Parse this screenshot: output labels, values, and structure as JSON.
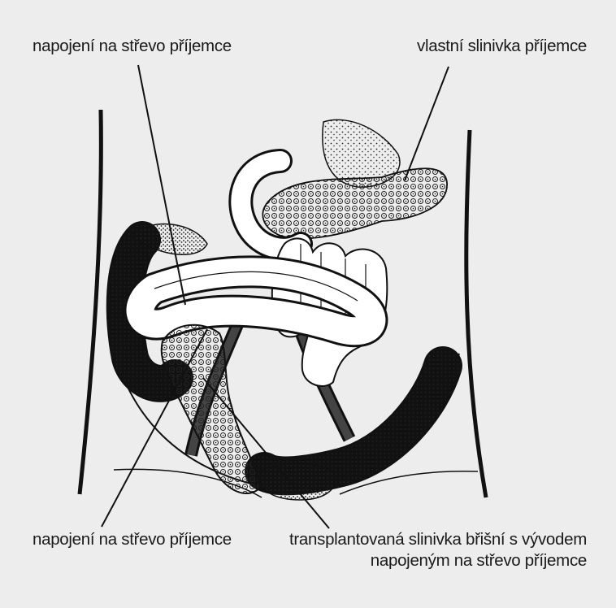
{
  "labels": {
    "top_left": "napojení na střevo příjemce",
    "top_right": "vlastní slinivka příjemce",
    "bottom_left": "napojení na střevo příjemce",
    "bottom_right_line1": "transplantovaná slinivka břišní s vývodem",
    "bottom_right_line2": "napojeným na střevo příjemce"
  },
  "colors": {
    "background": "#ededed",
    "ink": "#1a1a1a",
    "organ_fill": "#ffffff"
  }
}
